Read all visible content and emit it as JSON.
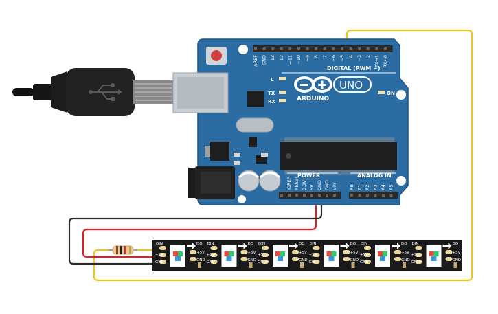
{
  "board": {
    "brand": "ARDUINO",
    "model": "UNO",
    "digital_header_label": "DIGITAL (PWM ~)",
    "power_header_label": "POWER",
    "analog_header_label": "ANALOG IN",
    "led_labels": [
      "L",
      "TX",
      "RX"
    ],
    "on_label": "ON",
    "top_pins": [
      "AREF",
      "GND",
      "13",
      "12",
      "~11",
      "~10",
      "~9",
      "8",
      "7",
      "~6",
      "~5",
      "4",
      "~3",
      "2",
      "TX→1",
      "RX←0"
    ],
    "power_pins": [
      "IOREF",
      "RESET",
      "3.3V",
      "5V",
      "GND",
      "GND",
      "Vin"
    ],
    "analog_pins": [
      "A0",
      "A1",
      "A2",
      "A3",
      "A4",
      "A5"
    ],
    "colors": {
      "board": "#2b6ca3",
      "board_edge": "#1f5684",
      "silk": "#ffffff"
    }
  },
  "strip": {
    "pixel_count": 6,
    "pad_labels": {
      "din": "DIN",
      "dout": "DO",
      "plus5v": "+5V",
      "gnd": "GND"
    }
  },
  "wires": {
    "colors": {
      "power_5v": "#e02020",
      "ground": "#2b2b2b",
      "data": "#f0c419"
    }
  }
}
